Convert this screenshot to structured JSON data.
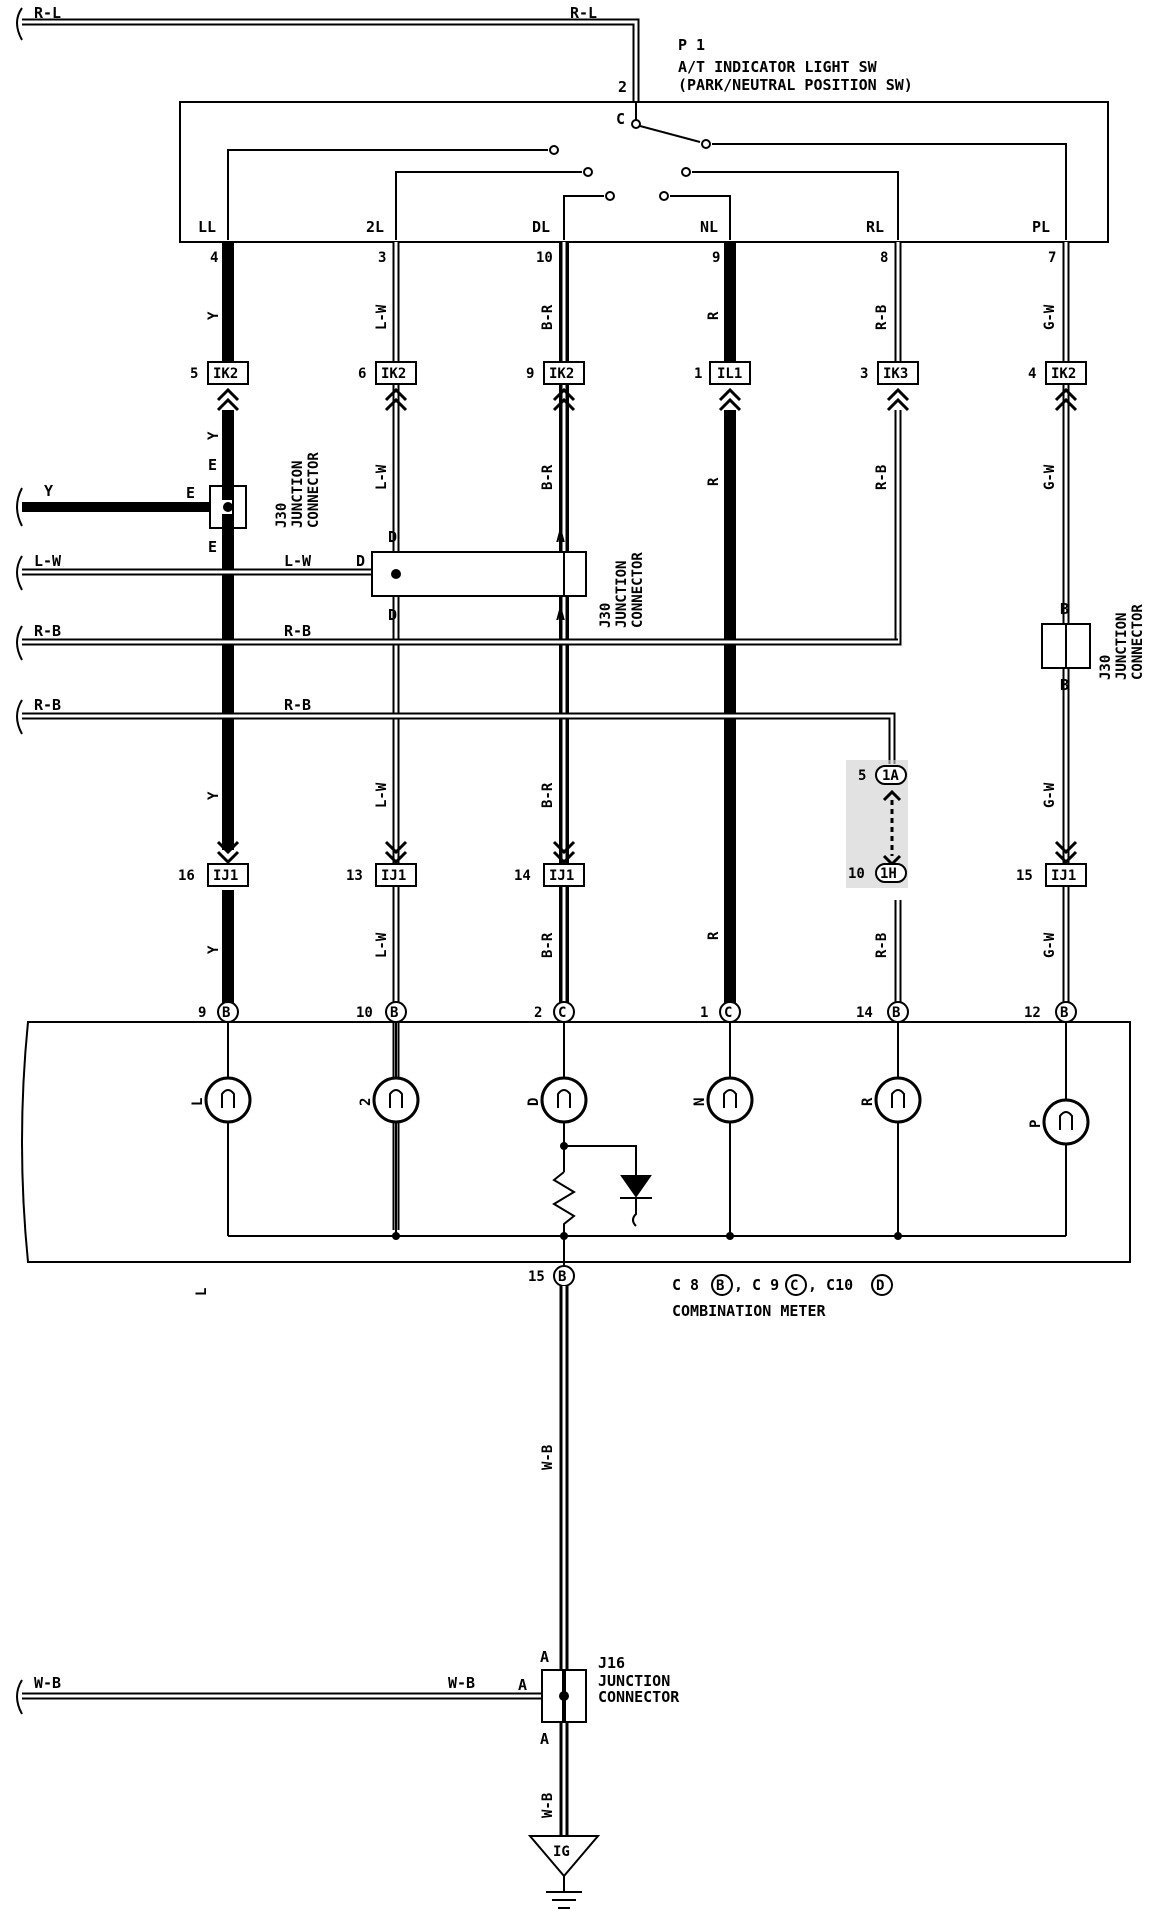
{
  "switch": {
    "id": "P 1",
    "name": "A/T INDICATOR LIGHT SW",
    "subname": "(PARK/NEUTRAL POSITION SW)",
    "input_pin": "2",
    "common_label": "C",
    "positions": [
      {
        "label": "LL",
        "pin": "4",
        "wire": "Y",
        "conn": "IK2",
        "conn_pin": "5",
        "ij_pin": "16",
        "ij": "IJ1",
        "meter_pin": "9",
        "meter_conn": "B",
        "lamp": "L"
      },
      {
        "label": "2L",
        "pin": "3",
        "wire": "L-W",
        "conn": "IK2",
        "conn_pin": "6",
        "ij_pin": "13",
        "ij": "IJ1",
        "meter_pin": "10",
        "meter_conn": "B",
        "lamp": "2"
      },
      {
        "label": "DL",
        "pin": "10",
        "wire": "B-R",
        "conn": "IK2",
        "conn_pin": "9",
        "ij_pin": "14",
        "ij": "IJ1",
        "meter_pin": "2",
        "meter_conn": "C",
        "lamp": "D"
      },
      {
        "label": "NL",
        "pin": "9",
        "wire": "R",
        "conn": "IL1",
        "conn_pin": "1",
        "ij_pin": "",
        "ij": "",
        "meter_pin": "1",
        "meter_conn": "C",
        "lamp": "N"
      },
      {
        "label": "RL",
        "pin": "8",
        "wire": "R-B",
        "conn": "IK3",
        "conn_pin": "3",
        "ij_pin": "10",
        "ij": "1H",
        "meter_pin": "14",
        "meter_conn": "B",
        "lamp": "R"
      },
      {
        "label": "PL",
        "pin": "7",
        "wire": "G-W",
        "conn": "IK2",
        "conn_pin": "4",
        "ij_pin": "15",
        "ij": "IJ1",
        "meter_pin": "12",
        "meter_conn": "B",
        "lamp": "P"
      }
    ]
  },
  "left_wires": {
    "top": "R-L",
    "y": "Y",
    "lw": "L-W",
    "rb1": "R-B",
    "rb2": "R-B",
    "wb": "W-B"
  },
  "j30": {
    "name": "J30",
    "sub1": "JUNCTION",
    "sub2": "CONNECTOR",
    "pin_e": "E",
    "pin_d": "D",
    "pin_a": "A",
    "pin_b": "B"
  },
  "ia": {
    "pin": "5",
    "conn": "1A"
  },
  "meter": {
    "ground_pin": "15",
    "ground_conn": "B",
    "legend_c8": "C 8",
    "legend_c8_conn": "B",
    "legend_c9": ", C 9",
    "legend_c9_conn": "C",
    "legend_c10": ", C10",
    "legend_c10_conn": "D",
    "name": "COMBINATION METER"
  },
  "ground_wire": "W-B",
  "j16": {
    "name": "J16",
    "sub1": "JUNCTION",
    "sub2": "CONNECTOR",
    "pin_a": "A"
  },
  "ground": {
    "label": "IG"
  }
}
